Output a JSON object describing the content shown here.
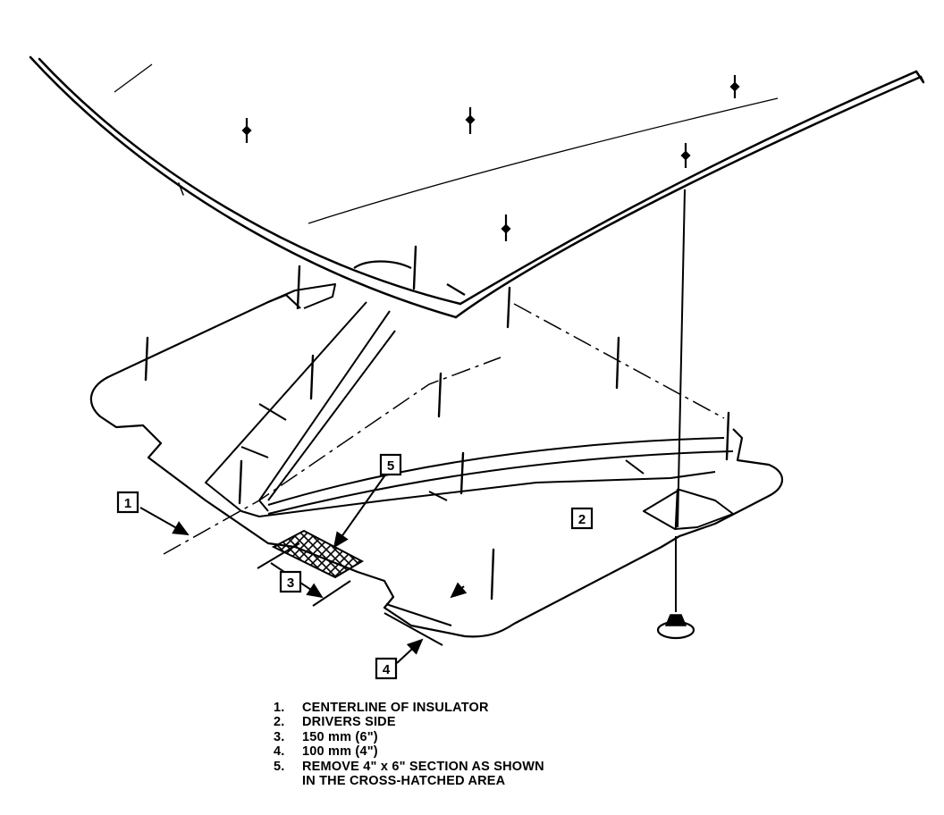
{
  "callouts": {
    "c1": "1",
    "c2": "2",
    "c3": "3",
    "c4": "4",
    "c5": "5"
  },
  "legend": [
    {
      "num": "1.",
      "text": "CENTERLINE OF INSULATOR"
    },
    {
      "num": "2.",
      "text": "DRIVERS SIDE"
    },
    {
      "num": "3.",
      "text": "150 mm (6\")"
    },
    {
      "num": "4.",
      "text": "100 mm (4\")"
    },
    {
      "num": "5.",
      "text": "REMOVE 4\" x 6\" SECTION AS SHOWN",
      "continuation": "IN THE CROSS-HATCHED AREA"
    }
  ]
}
